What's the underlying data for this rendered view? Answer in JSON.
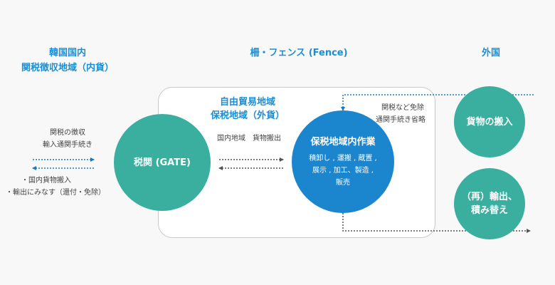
{
  "headers": {
    "domestic": [
      "韓国国内",
      "関税徴収地域（内貨）"
    ],
    "fence": "柵・フェンス (Fence)",
    "foreign": "外国"
  },
  "free_zone": {
    "title": [
      "自由貿易地域",
      "保税地域（外貨）"
    ],
    "note": "国内地域　貨物搬出"
  },
  "left_notes": {
    "top": [
      "関税の徴収",
      "輸入通関手続き"
    ],
    "bottom": [
      "・国内貨物搬入",
      "・輸出にみなす（還付・免除）"
    ]
  },
  "exemption_note": [
    "関税など免除",
    "通関手続き省略"
  ],
  "circles": {
    "gate": "税関 (GATE)",
    "bonded_work": {
      "title": "保税地域内作業",
      "items": [
        "積卸し , 運搬 , 蔵置 ,",
        "展示 , 加工、製造 ,",
        "販売"
      ]
    },
    "import_cargo": "貨物の搬入",
    "reexport": [
      "（再）輸出、",
      "積み替え"
    ]
  },
  "colors": {
    "header_blue": "#1b8fd6",
    "teal": "#3aafa0",
    "blue": "#1b86cd",
    "dotted_arrow": "#1b78c6",
    "dark_dotted": "#555555"
  }
}
